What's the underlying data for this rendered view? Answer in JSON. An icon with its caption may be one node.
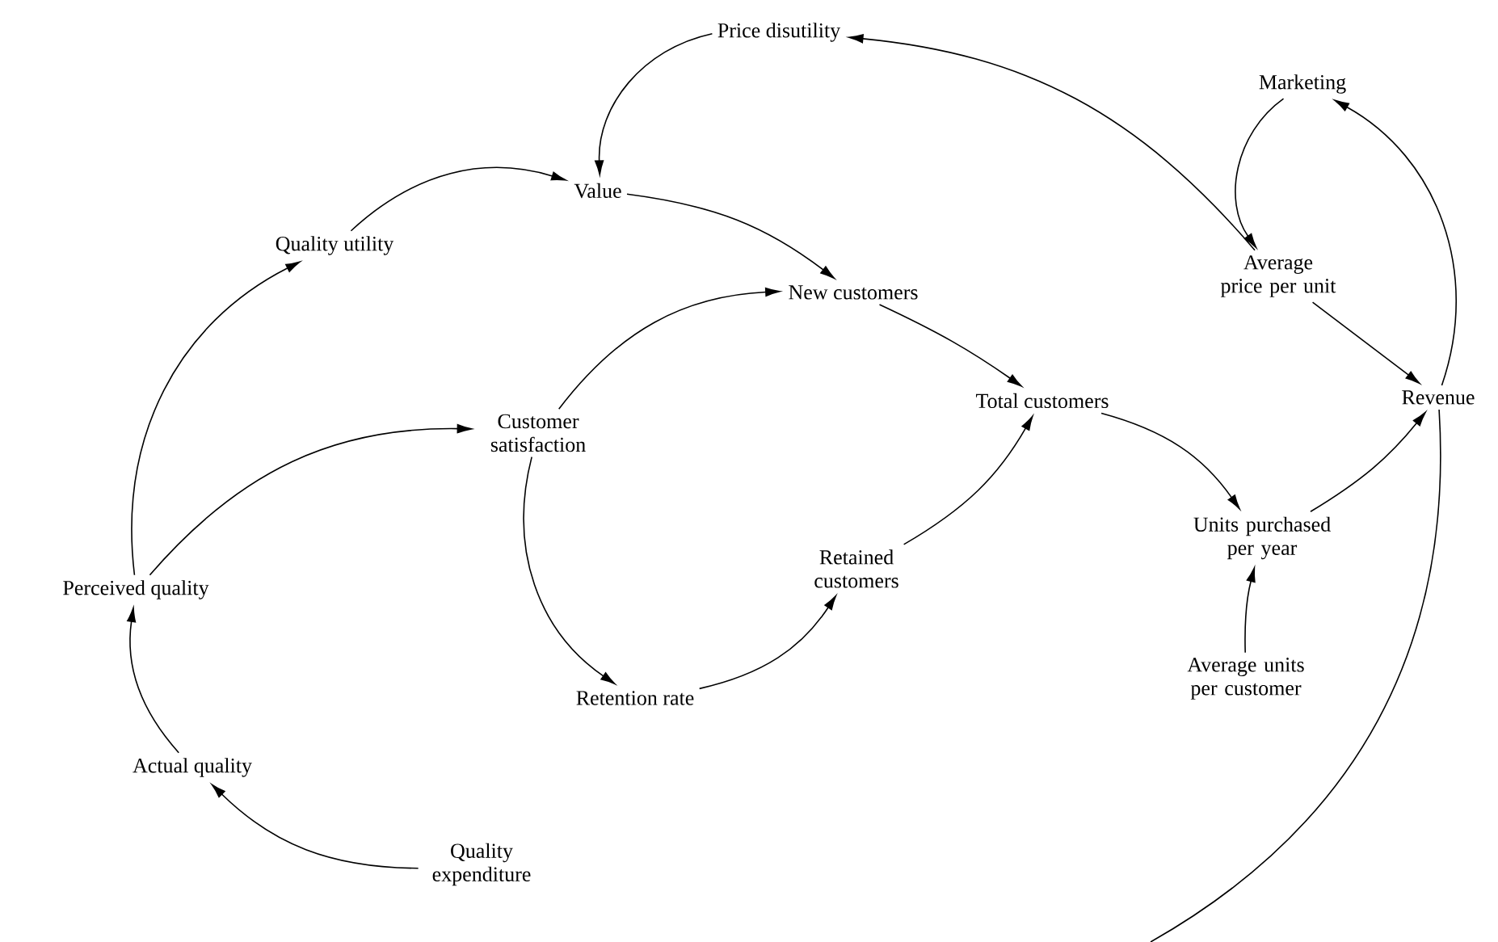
{
  "diagram": {
    "nodes": [
      {
        "text": [
          "Price disutility"
        ]
      },
      {
        "text": [
          "Marketing"
        ]
      },
      {
        "text": [
          "Value"
        ]
      },
      {
        "text": [
          "Quality utility"
        ]
      },
      {
        "text": [
          "Average price per unit"
        ]
      },
      {
        "text": [
          "New customers"
        ]
      },
      {
        "text": [
          "Revenue"
        ]
      },
      {
        "text": [
          "Customer satisfaction"
        ]
      },
      {
        "text": [
          "Total customers"
        ]
      },
      {
        "text": [
          "Units purchased per year"
        ]
      },
      {
        "text": [
          "Retained customers"
        ]
      },
      {
        "text": [
          "Perceived quality"
        ]
      },
      {
        "text": [
          "Retention rate"
        ]
      },
      {
        "text": [
          "Average units per customer"
        ]
      },
      {
        "text": [
          "Actual quality"
        ]
      },
      {
        "text": [
          "Quality expenditure"
        ]
      }
    ],
    "edges": [
      {
        "from": 0,
        "to": 2,
        "arrow": "to"
      },
      {
        "from": 4,
        "to": 0,
        "arrow": "to"
      },
      {
        "from": 1,
        "to": 4,
        "arrow": "to"
      },
      {
        "from": 6,
        "to": 1,
        "arrow": "to"
      },
      {
        "from": 4,
        "to": 6,
        "arrow": "to"
      },
      {
        "from": 3,
        "to": 2,
        "arrow": "to"
      },
      {
        "from": 2,
        "to": 5,
        "arrow": "to"
      },
      {
        "from": 7,
        "to": 5,
        "arrow": "to"
      },
      {
        "from": 5,
        "to": 8,
        "arrow": "to"
      },
      {
        "from": 11,
        "to": 3,
        "arrow": "to"
      },
      {
        "from": 11,
        "to": 7,
        "arrow": "to"
      },
      {
        "from": 7,
        "to": 12,
        "arrow": "to"
      },
      {
        "from": 12,
        "to": 10,
        "arrow": "to"
      },
      {
        "from": 10,
        "to": 8,
        "arrow": "to"
      },
      {
        "from": 8,
        "to": 9,
        "arrow": "to"
      },
      {
        "from": 9,
        "to": 6,
        "arrow": "to"
      },
      {
        "from": 13,
        "to": 9,
        "arrow": "to"
      },
      {
        "from": 14,
        "to": 11,
        "arrow": "to"
      },
      {
        "from": 15,
        "to": 14,
        "arrow": "to"
      },
      {
        "from": 6,
        "to": null,
        "arrow": "none"
      }
    ]
  }
}
